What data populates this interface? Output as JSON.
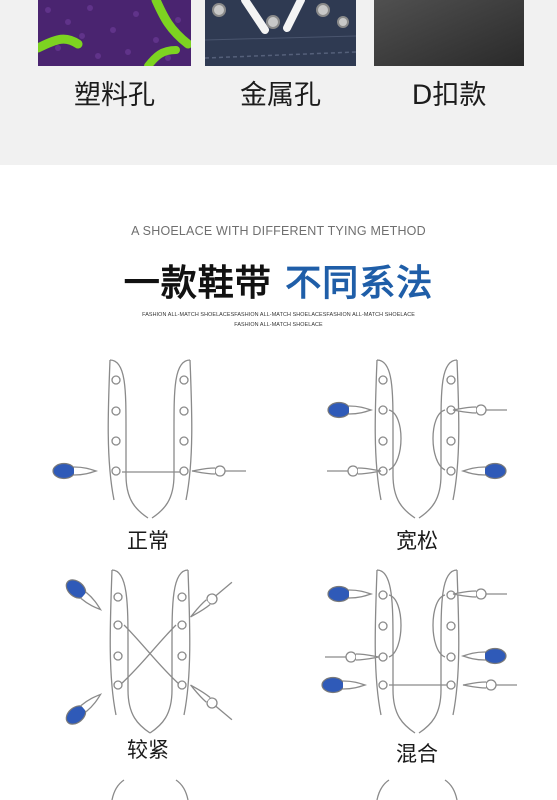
{
  "eyelet_types": [
    {
      "label": "塑料孔",
      "icon": "plastic-eyelet-photo"
    },
    {
      "label": "金属孔",
      "icon": "metal-eyelet-photo"
    },
    {
      "label": "D扣款",
      "icon": "d-ring-photo"
    }
  ],
  "section": {
    "subtitle_en": "A SHOELACE WITH DIFFERENT TYING METHOD",
    "title_dark": "一款鞋带",
    "title_blue": "不同系法",
    "fine_print_line1": "FASHION ALL-MATCH SHOELACESFASHION ALL-MATCH SHOELACESFASHION ALL-MATCH SHOELACE",
    "fine_print_line2": "FASHION ALL-MATCH SHOELACE"
  },
  "methods": [
    {
      "label": "正常"
    },
    {
      "label": "宽松"
    },
    {
      "label": "较紧"
    },
    {
      "label": "混合"
    }
  ],
  "colors": {
    "accent_blue": "#1f5ea8",
    "tip_blue": "#2f5ab8",
    "band_gray": "#f1f1f1",
    "outline_gray": "#8a8a8a"
  }
}
